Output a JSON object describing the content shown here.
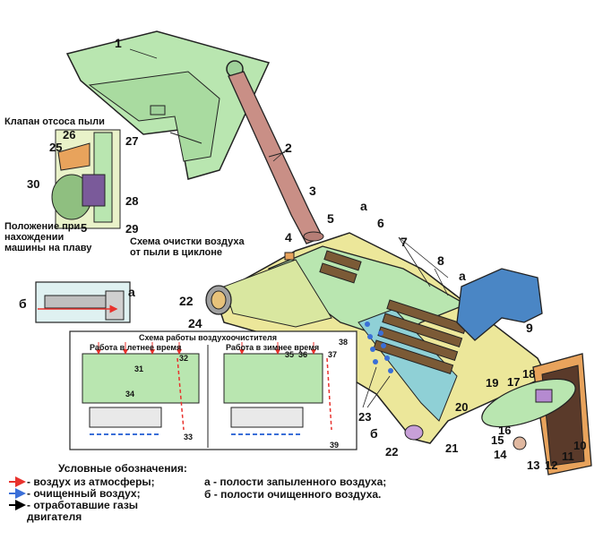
{
  "captions": {
    "dust_valve": "Клапан отсоса пыли",
    "float_position_l1": "Положение при",
    "float_position_l2": "нахождении",
    "float_position_l3": "машины на плаву",
    "cyclone_l1": "Схема очистки воздуха",
    "cyclone_l2": "от пыли в циклоне",
    "operation_title": "Схема работы воздухоочистителя",
    "summer": "Работа в летнее время",
    "winter": "Работа в зимнее время"
  },
  "legend": {
    "title": "Условные обозначения:",
    "item_red": "- воздух из атмосферы;",
    "item_blue": "- очищенный воздух;",
    "item_black_l1": "- отработавшие газы",
    "item_black_l2": "двигателя",
    "cavity_a": "а - полости запыленного воздуха;",
    "cavity_b": "б - полости очищенного воздуха."
  },
  "labels": {
    "n1": "1",
    "n2": "2",
    "n3": "3",
    "n4": "4",
    "n5": "5",
    "n6": "6",
    "n7": "7",
    "n8": "8",
    "n9": "9",
    "n10": "10",
    "n11": "11",
    "n12": "12",
    "n13": "13",
    "n14": "14",
    "n15": "15",
    "n16": "16",
    "n17": "17",
    "n18": "18",
    "n19": "19",
    "n20": "20",
    "n21": "21",
    "n22": "22",
    "n23": "23",
    "n24": "24",
    "n25": "25",
    "n26": "26",
    "n27": "27",
    "n28": "28",
    "n29": "29",
    "n30": "30",
    "n31": "31",
    "n32": "32",
    "n33": "33",
    "n34": "34",
    "n35": "35",
    "n36": "36",
    "n37": "37",
    "n38": "38",
    "n39": "39",
    "a": "а",
    "b": "б"
  },
  "colors": {
    "green": "#b9e6b0",
    "yellow": "#ece79a",
    "blue": "#4a86c5",
    "cyan": "#8fd0d6",
    "pink": "#c98f86",
    "orange": "#e8a35c",
    "red_arrow": "#e8322d",
    "blue_arrow": "#3a6fd8",
    "brown_filter": "#7b5a36"
  }
}
